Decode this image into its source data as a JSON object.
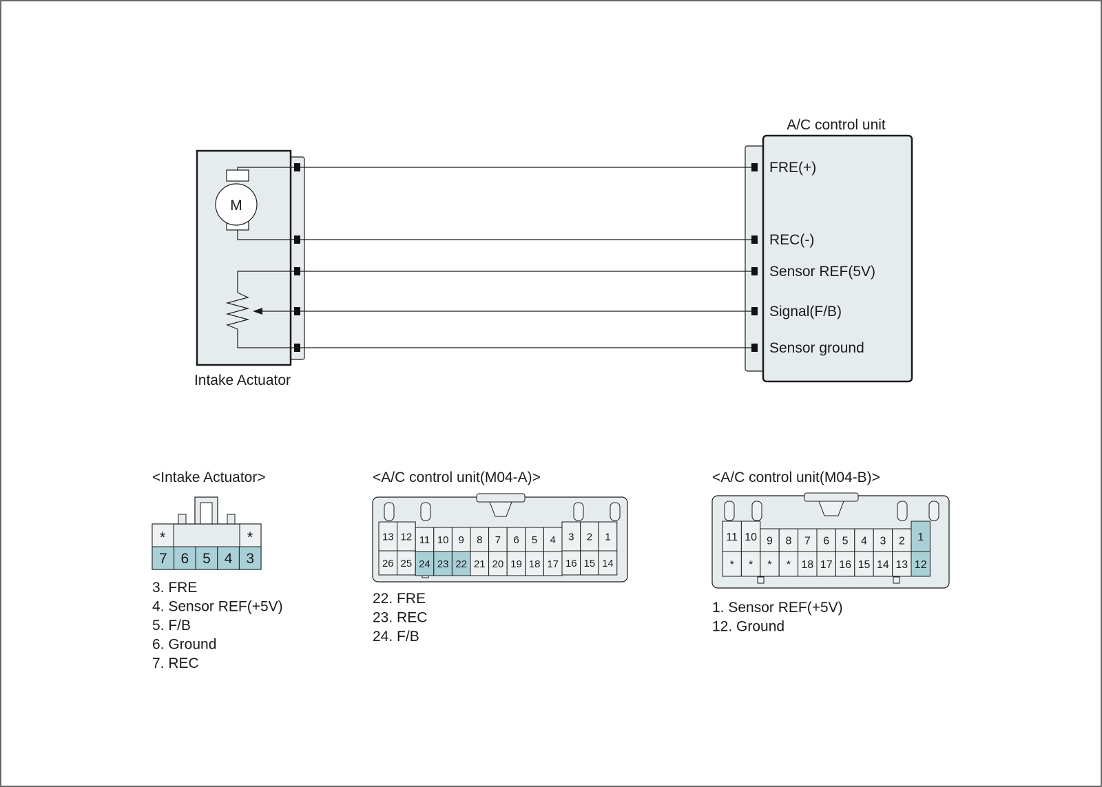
{
  "colors": {
    "line": "#1a1a1a",
    "housing_fill": "#e6ecee",
    "pin_fill": "#edf1f2",
    "highlight_pin": "#a8d0d6",
    "terminal": "#111111"
  },
  "schematic": {
    "actuator_label": "Intake Actuator",
    "motor_label": "M",
    "control_unit_label": "A/C control unit",
    "signals": [
      "FRE(+)",
      "REC(-)",
      "Sensor REF(5V)",
      "Signal(F/B)",
      "Sensor ground"
    ]
  },
  "connectors": {
    "intake": {
      "title": "<Intake Actuator>",
      "top_marks": [
        "*",
        "*"
      ],
      "pins": [
        "7",
        "6",
        "5",
        "4",
        "3"
      ],
      "highlight": [
        "7",
        "6",
        "5",
        "4",
        "3"
      ],
      "legend": [
        "3. FRE",
        "4. Sensor REF(+5V)",
        "5. F/B",
        "6. Ground",
        "7. REC"
      ]
    },
    "m04a": {
      "title": "<A/C control unit(M04-A)>",
      "row1": [
        "13",
        "12",
        "11",
        "10",
        "9",
        "8",
        "7",
        "6",
        "5",
        "4",
        "3",
        "2",
        "1"
      ],
      "row2": [
        "26",
        "25",
        "24",
        "23",
        "22",
        "21",
        "20",
        "19",
        "18",
        "17",
        "16",
        "15",
        "14"
      ],
      "highlight": [
        "24",
        "23",
        "22"
      ],
      "legend": [
        "22. FRE",
        "23. REC",
        "24. F/B"
      ]
    },
    "m04b": {
      "title": "<A/C control unit(M04-B)>",
      "row1": [
        "11",
        "10",
        "9",
        "8",
        "7",
        "6",
        "5",
        "4",
        "3",
        "2",
        "1"
      ],
      "row2": [
        "*",
        "*",
        "*",
        "*",
        "18",
        "17",
        "16",
        "15",
        "14",
        "13",
        "12"
      ],
      "highlight": [
        "1",
        "12"
      ],
      "legend": [
        "1. Sensor REF(+5V)",
        "12. Ground"
      ]
    }
  }
}
